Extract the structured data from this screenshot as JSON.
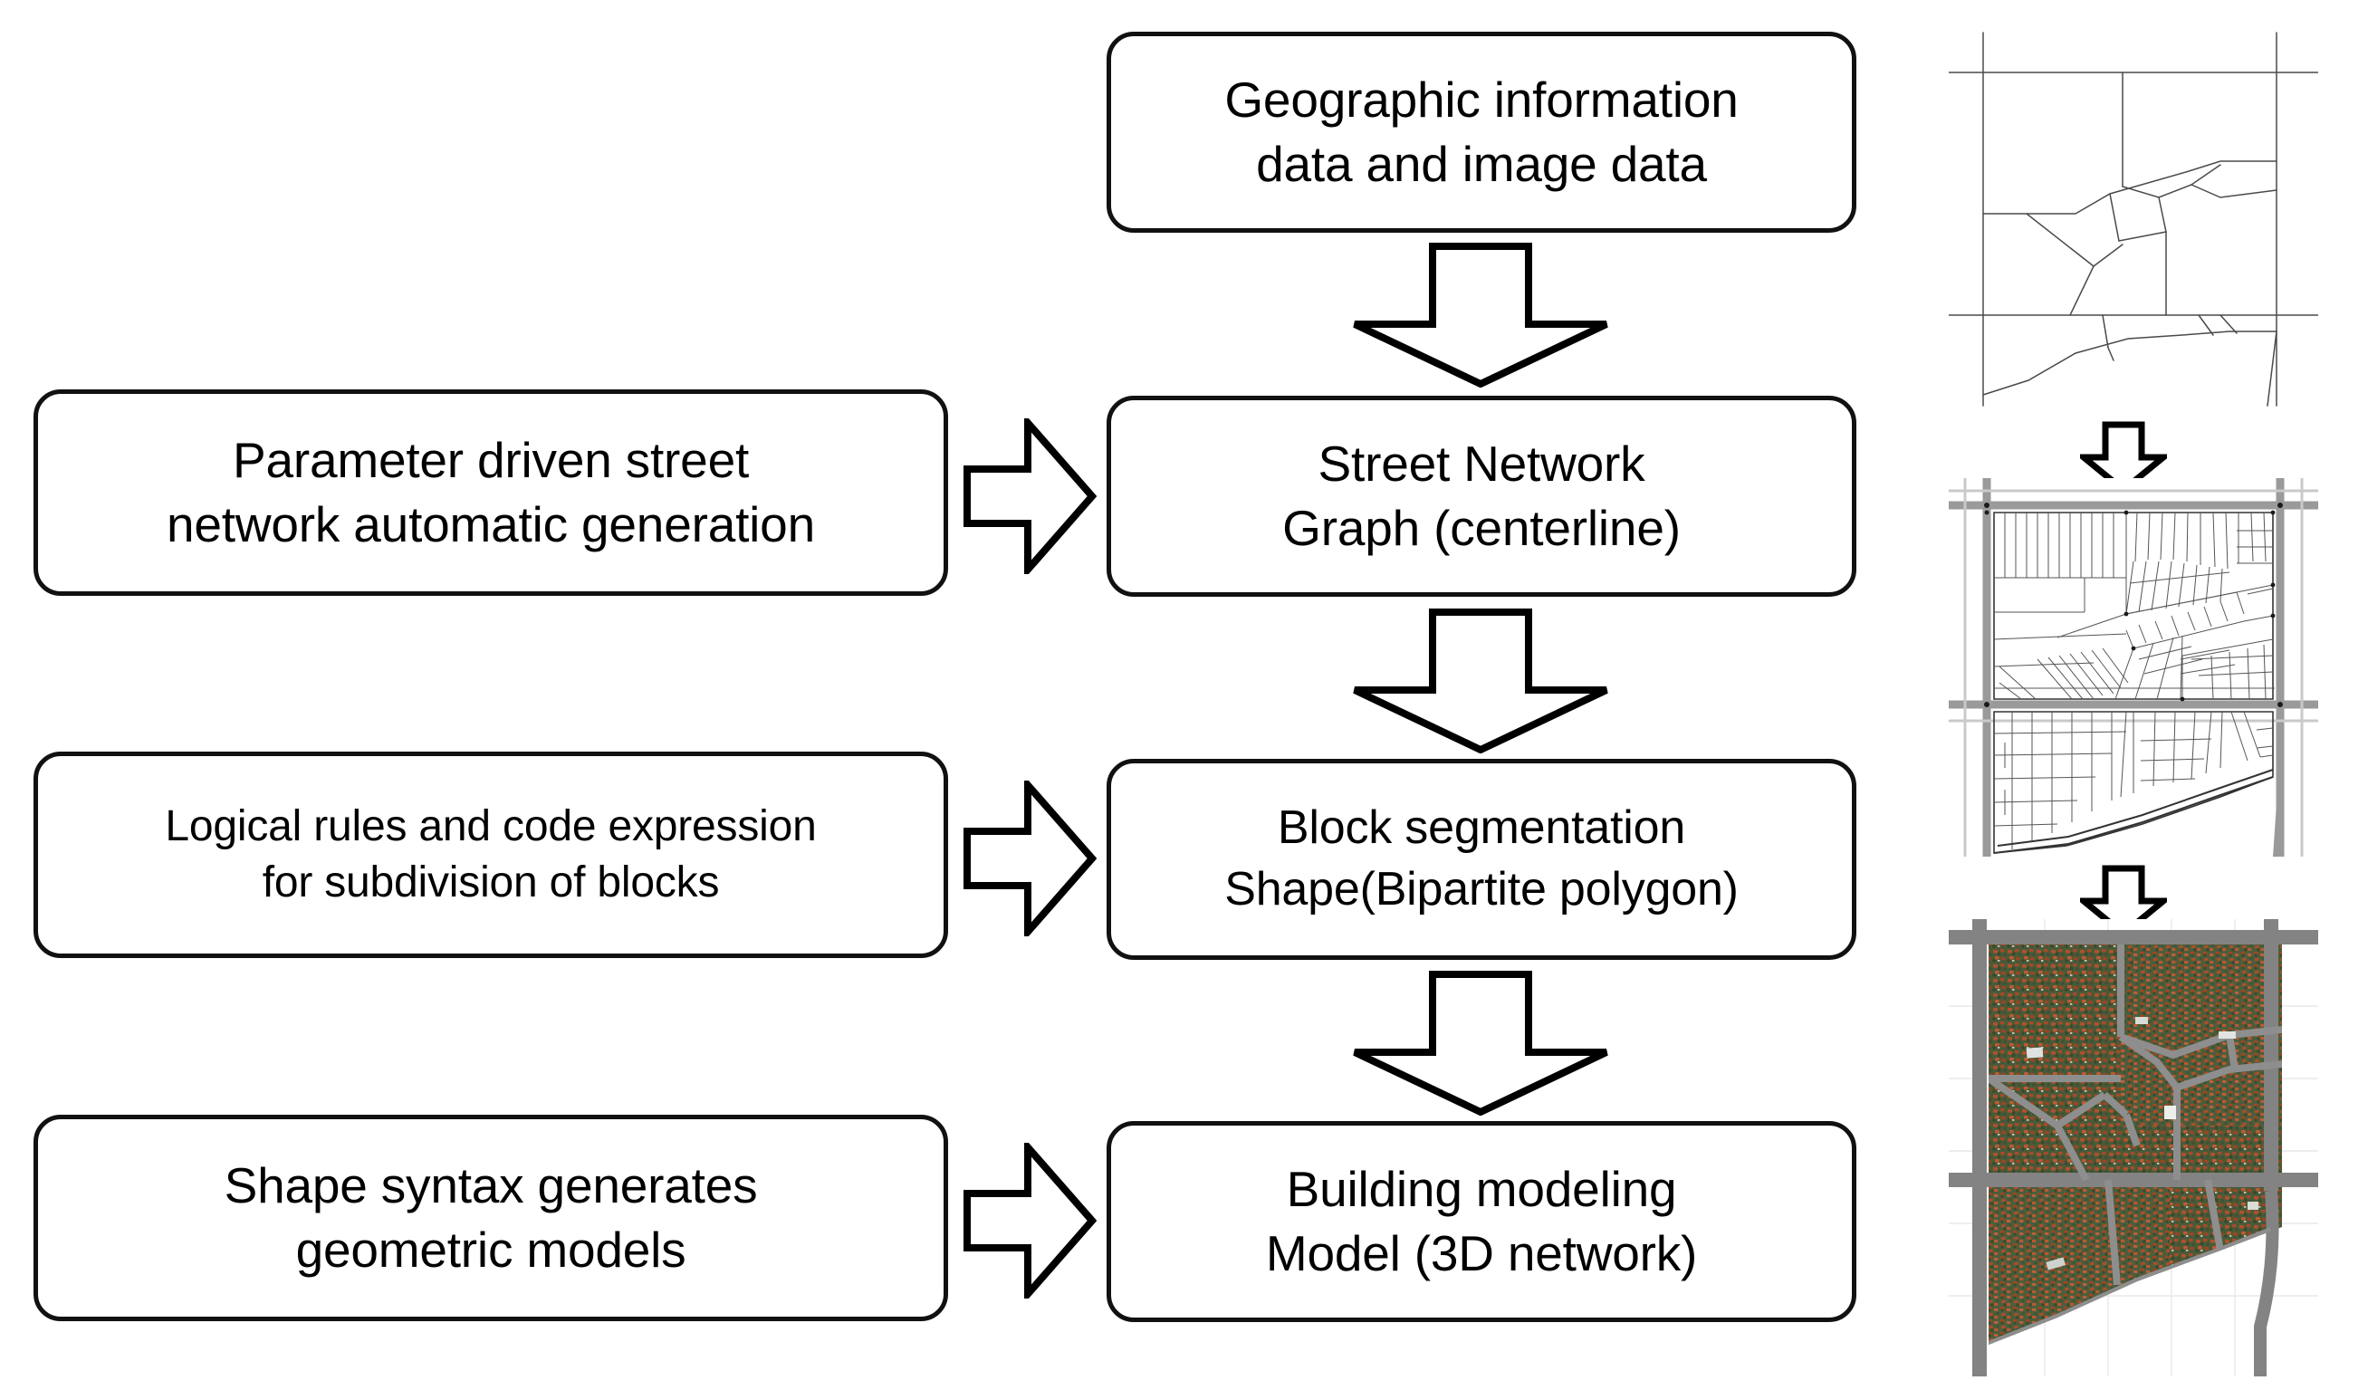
{
  "diagram": {
    "title": "Parameter-driven procedural urban modeling workflow",
    "type": "flowchart",
    "orientation": "top-to-bottom with left input column",
    "colors": {
      "box_border": "#111111",
      "box_fill": "#ffffff",
      "arrow_outline": "#000000",
      "arrow_fill": "#ffffff",
      "road_gray": "#8a8a8a",
      "roof_orange": "#b5542f",
      "vegetation_green": "#4e5c3a",
      "thin_line": "#5a5a5a"
    }
  },
  "pipeline": {
    "stages": [
      {
        "id": "gis",
        "line1": "Geographic information",
        "line2": "data and image data",
        "column": "right"
      },
      {
        "id": "street-network",
        "line1": "Street Network",
        "line2": "Graph (centerline)",
        "column": "right"
      },
      {
        "id": "block-segmentation",
        "line1": "Block segmentation",
        "line2": "Shape(Bipartite polygon)",
        "column": "right"
      },
      {
        "id": "building-modeling",
        "line1": "Building modeling",
        "line2": "Model (3D network)",
        "column": "right"
      }
    ],
    "methods": [
      {
        "id": "parameter-driven",
        "line1": "Parameter driven street",
        "line2": "network automatic generation",
        "column": "left",
        "feeds": "street-network"
      },
      {
        "id": "logical-rules",
        "line1": "Logical rules and code expression",
        "line2": "for subdivision of blocks",
        "column": "left",
        "feeds": "block-segmentation"
      },
      {
        "id": "shape-syntax",
        "line1": "Shape syntax generates",
        "line2": "geometric models",
        "column": "left",
        "feeds": "building-modeling"
      }
    ],
    "flow_arrows": [
      {
        "id": "gis-to-street",
        "direction": "down",
        "from": "gis",
        "to": "street-network"
      },
      {
        "id": "street-to-block",
        "direction": "down",
        "from": "street-network",
        "to": "block-segmentation"
      },
      {
        "id": "block-to-building",
        "direction": "down",
        "from": "block-segmentation",
        "to": "building-modeling"
      },
      {
        "id": "param-to-street",
        "direction": "right",
        "from": "parameter-driven",
        "to": "street-network"
      },
      {
        "id": "rules-to-block",
        "direction": "right",
        "from": "logical-rules",
        "to": "block-segmentation"
      },
      {
        "id": "syntax-to-building",
        "direction": "right",
        "from": "shape-syntax",
        "to": "building-modeling"
      }
    ]
  },
  "illustrations": {
    "panels": [
      {
        "id": "street-centerline-map",
        "caption_implied": "Street network centerline graph",
        "style": "thin black line drawing on white"
      },
      {
        "id": "block-parcel-map",
        "caption_implied": "Block segmentation with parcel subdivision",
        "style": "gray road corridors with dense parcel line work"
      },
      {
        "id": "three-d-render",
        "caption_implied": "3D building model aerial render",
        "style": "textured aerial render, orange roofs on green vegetation, gray roads"
      }
    ],
    "connectors": [
      {
        "id": "network-to-parcel",
        "direction": "down"
      },
      {
        "id": "parcel-to-render",
        "direction": "down"
      }
    ]
  }
}
